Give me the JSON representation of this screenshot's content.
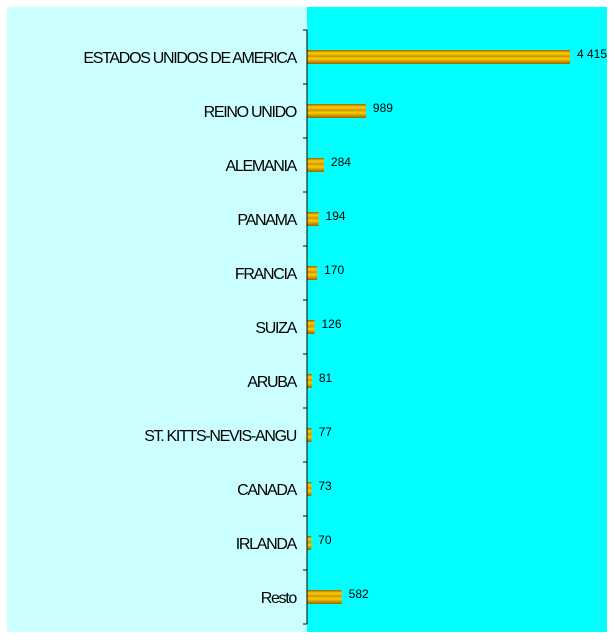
{
  "chart_data": {
    "type": "bar",
    "orientation": "horizontal",
    "categories": [
      "ESTADOS UNIDOS DE AMERICA",
      "REINO UNIDO",
      "ALEMANIA",
      "PANAMA",
      "FRANCIA",
      "SUIZA",
      "ARUBA",
      "ST. KITTS-NEVIS-ANGU",
      "CANADA",
      "IRLANDA",
      "Resto"
    ],
    "values": [
      4415,
      989,
      284,
      194,
      170,
      126,
      81,
      77,
      73,
      70,
      582
    ],
    "data_labels": [
      "4 415",
      "989",
      "284",
      "194",
      "170",
      "126",
      "81",
      "77",
      "73",
      "70",
      "582"
    ],
    "xlim": [
      0,
      4800
    ],
    "grid": false,
    "legend": "none",
    "colors": {
      "page_background": "#ffffff",
      "outer_background": "#ccffff",
      "plot_background": "#00ffff",
      "bar_dark": "#996600",
      "bar_mid": "#cc9900",
      "bar_light": "#ffcc00",
      "axis": "#000000",
      "text": "#000000"
    }
  }
}
